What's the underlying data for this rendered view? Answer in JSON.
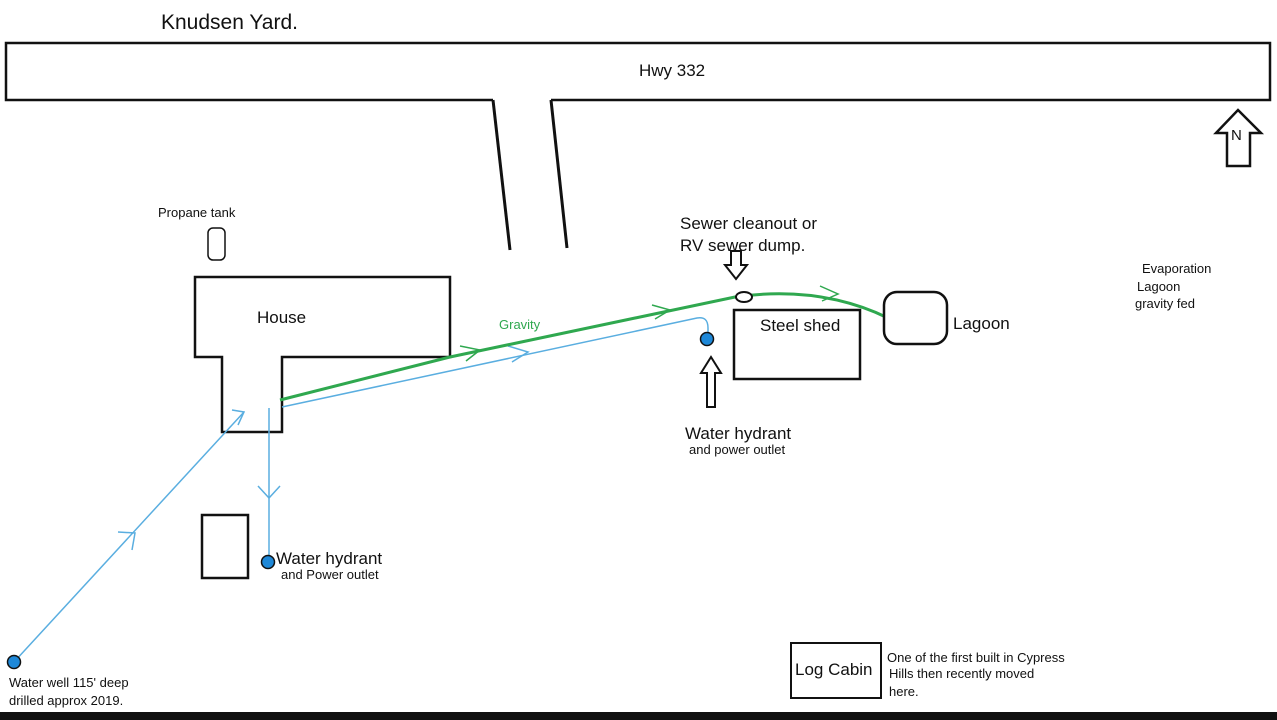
{
  "title": "Knudsen Yard.",
  "highway": "Hwy 332",
  "north": "N",
  "propane": "Propane tank",
  "house": "House",
  "gravity": "Gravity",
  "sewer": {
    "line1": "Sewer cleanout or",
    "line2": "RV sewer dump."
  },
  "steel_shed": "Steel shed",
  "lagoon": "Lagoon",
  "evaporation": {
    "line1": "Evaporation",
    "line2": "Lagoon",
    "line3": "gravity fed"
  },
  "hydrant_shed": {
    "title": "Water hydrant",
    "sub": "and power outlet"
  },
  "hydrant_house": {
    "title": "Water hydrant",
    "sub": "and Power outlet"
  },
  "well": {
    "line1": "Water well 115' deep",
    "line2": "drilled approx 2019."
  },
  "log_cabin": "Log Cabin",
  "cabin_note": {
    "line1": "One of the first built in Cypress",
    "line2": "Hills then recently moved",
    "line3": "here."
  },
  "colors": {
    "water_line": "#5aaee0",
    "sewer_line": "#2fa84f",
    "dot": "#1e88d8"
  }
}
